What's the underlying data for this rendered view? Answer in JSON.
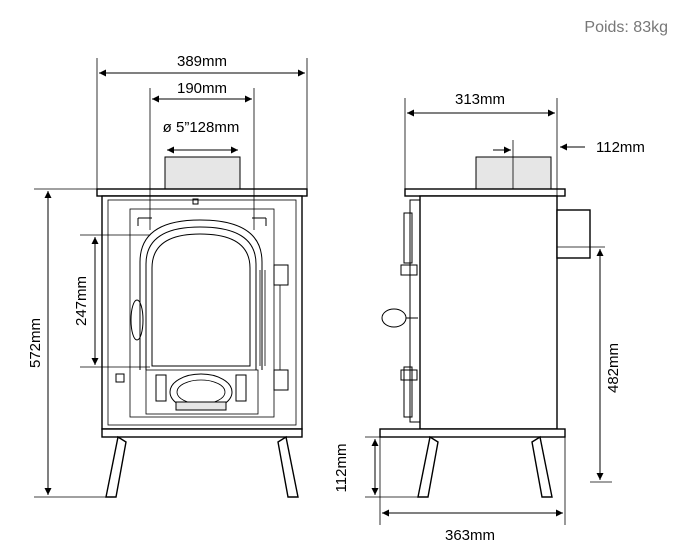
{
  "weight_label": "Poids: 83kg",
  "dimensions": {
    "front_width": "389mm",
    "door_width": "190mm",
    "flue": "ø 5”128mm",
    "side_depth": "313mm",
    "flue_offset": "112mm",
    "height_total": "572mm",
    "opening_height": "247mm",
    "rear_flue_height": "482mm",
    "leg_height": "112mm",
    "base_depth": "363mm"
  },
  "colors": {
    "line": "#000000",
    "weight_text": "#777777",
    "fill_shade": "#e6e6e6"
  }
}
